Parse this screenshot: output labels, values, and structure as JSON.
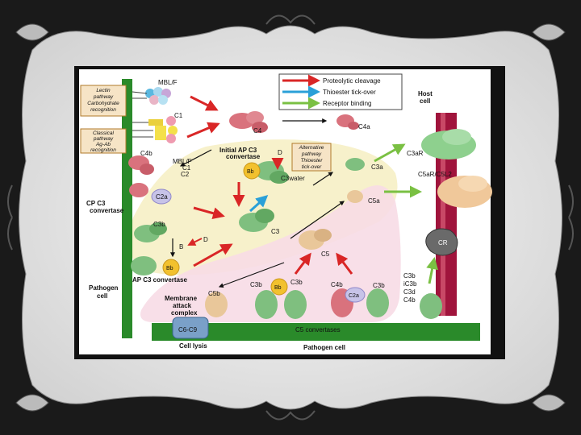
{
  "colors": {
    "background": "#1a1a1a",
    "frame": "#e6e6e6",
    "pathogen_green": "#2a8a2a",
    "host_red": "#a0143c",
    "alt_yellow": "#f7f0c8",
    "c5_pink": "#f7dbe6",
    "proteolytic_arrow": "#d92626",
    "tickover_arrow": "#2aa0d8",
    "receptor_arrow": "#7ac043",
    "black_arrow": "#111111"
  },
  "legend": {
    "proteolytic": "Proteolytic cleavage",
    "tickover": "Thioester tick-over",
    "receptor": "Receptor binding"
  },
  "pathways": {
    "lectin": [
      "Lectin",
      "pathway",
      "Carbohydrate",
      "recognition"
    ],
    "classical": [
      "Classical",
      "pathway",
      "Ag-Ab",
      "recognition"
    ],
    "alternative": [
      "Alternative",
      "pathway",
      "Thioester",
      "tick-over"
    ]
  },
  "molecules": {
    "mbl_top": "MBL/F",
    "c1": "C1",
    "c4": "C4",
    "c4a": "C4a",
    "c4b_left": "C4b",
    "mbl_mid": "MBL/F",
    "c1_mid": "C1",
    "c2_mid": "C2",
    "c2a": "C2a",
    "d_alt": "D",
    "b_alt": "B",
    "bb_center": "Bb",
    "c3water": "C3water",
    "c3a": "C3a",
    "c3_center": "C3",
    "c3b_left": "C3b",
    "b_left": "B",
    "d_left": "D",
    "bb_left": "Bb",
    "c5": "C5",
    "c5a": "C5a",
    "c5b": "C5b",
    "c3b_b1": "C3b",
    "bb_bottom": "Bb",
    "c3b_b2": "C3b",
    "c4b_bottom": "C4b",
    "c2a_bottom": "C2a",
    "c3b_b3": "C3b",
    "c6c9": "C6-C9",
    "c3b_list": [
      "C3b",
      "iC3b",
      "C3d",
      "C4b"
    ],
    "c3ar": "C3aR",
    "c5ar": "C5aR/C5L2",
    "cr": "CR"
  },
  "labels": {
    "host_cell": [
      "Host",
      "cell"
    ],
    "cp_c3_convertase": [
      "CP C3",
      "convertase"
    ],
    "initial_ap": [
      "Initial AP C3",
      "convertase"
    ],
    "ap_c3_convertase": "AP C3 convertase",
    "pathogen_cell_left": [
      "Pathogen",
      "cell"
    ],
    "membrane_attack": [
      "Membrane",
      "attack",
      "complex"
    ],
    "c5_convertases": "C5 convertases",
    "cell_lysis": "Cell lysis",
    "pathogen_cell_bottom": "Pathogen cell"
  }
}
